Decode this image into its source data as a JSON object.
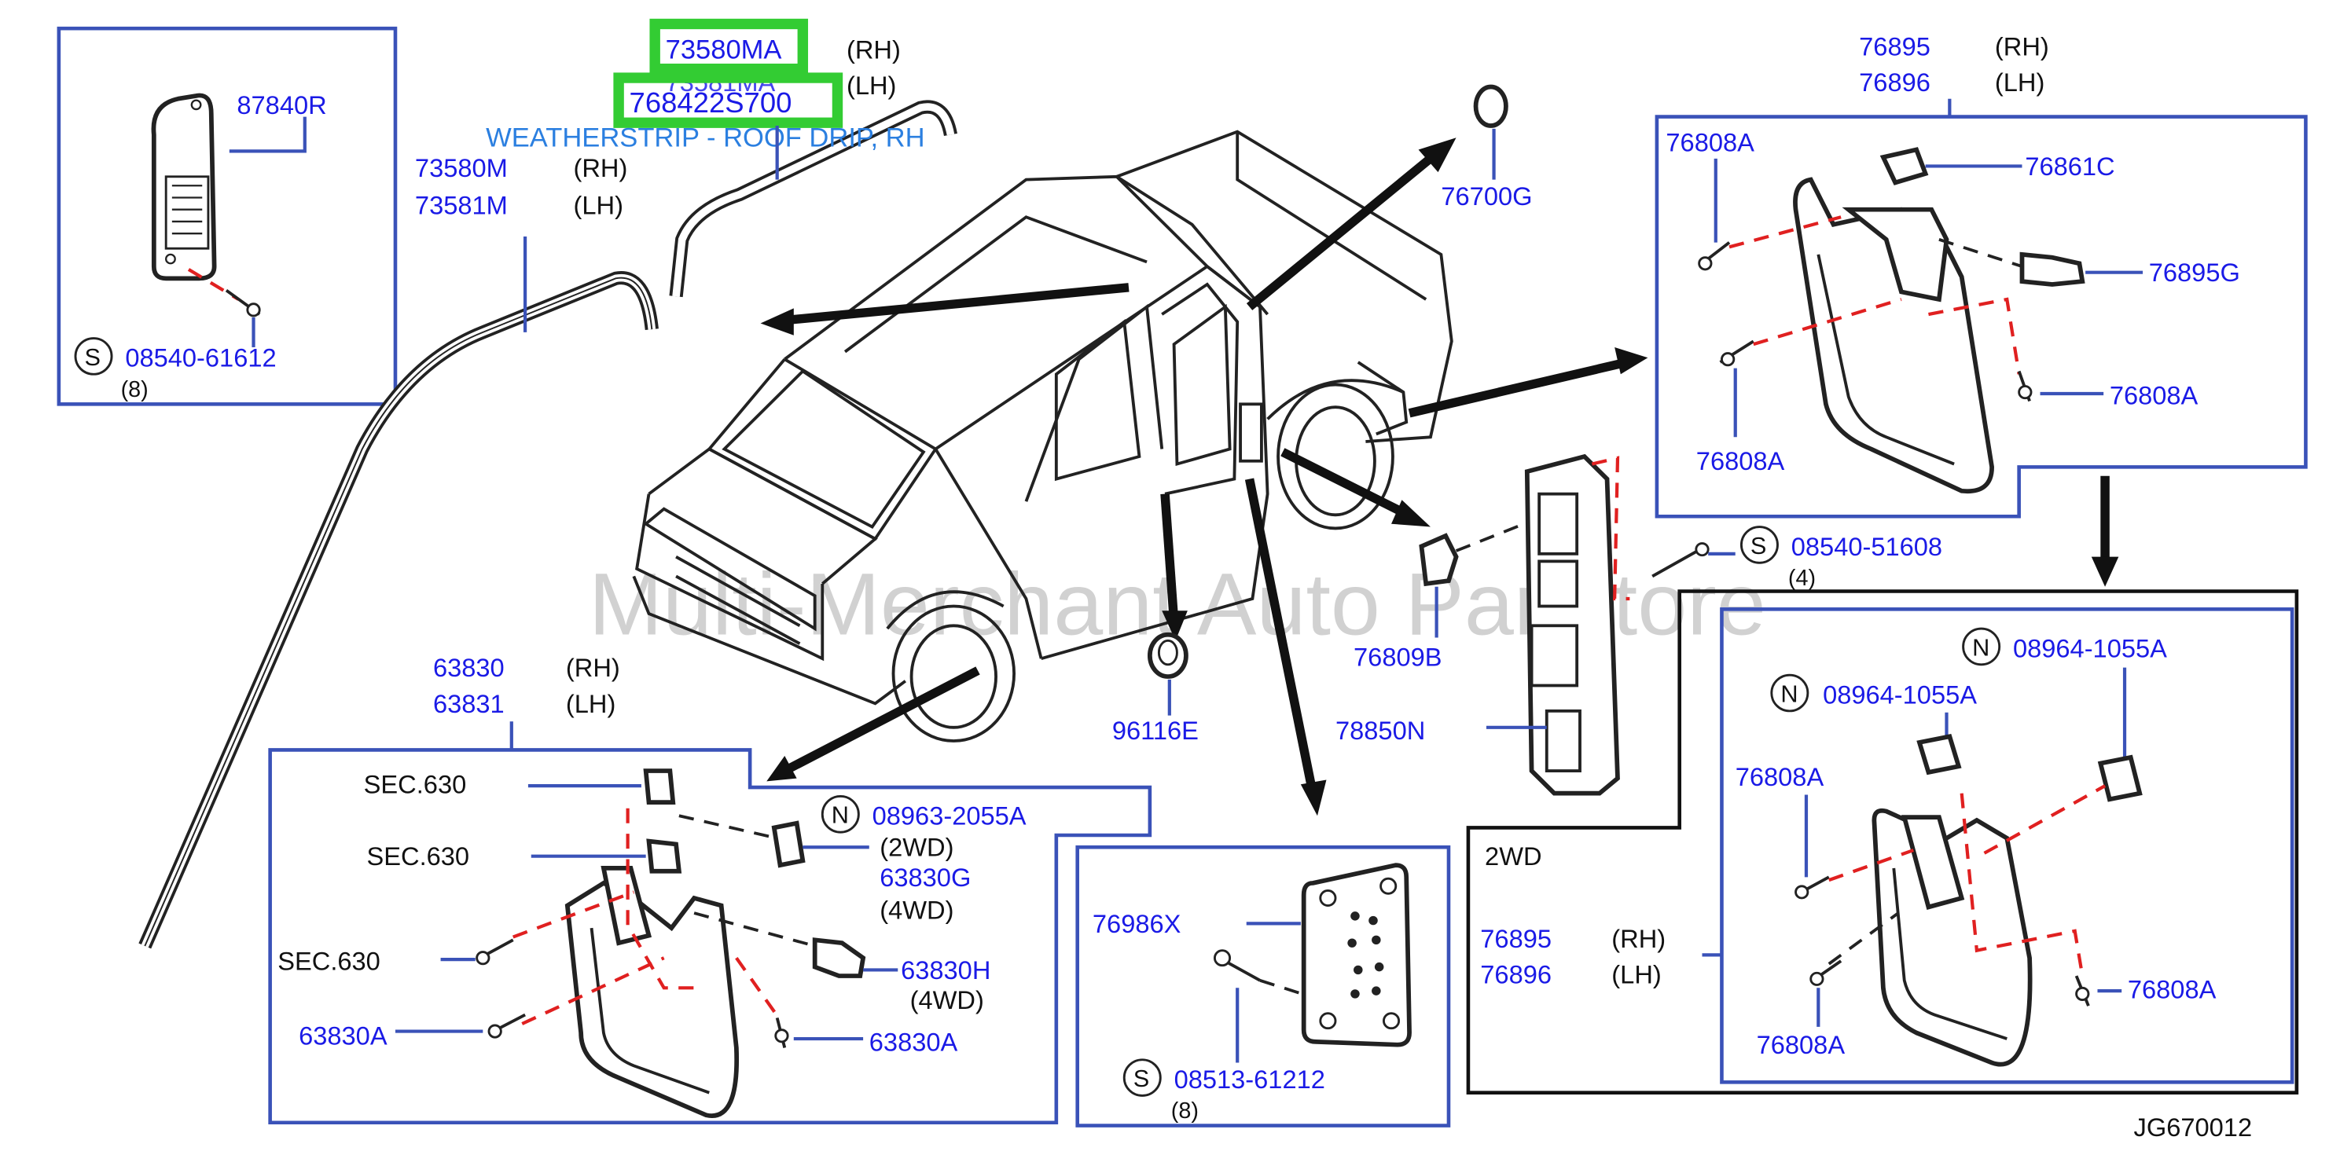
{
  "highlight": {
    "part_73580MA": "73580MA",
    "part_768422S700": "768422S700",
    "rh_1": "(RH)",
    "lh_1": "(LH)",
    "hidden_73581MA": "73581MA",
    "description": "WEATHERSTRIP - ROOF DRIP, RH"
  },
  "top_left_box": {
    "part_87840R": "87840R",
    "s_symbol": "S",
    "part_08540_61612": "08540-61612",
    "qty": "(8)"
  },
  "roof_drip": {
    "part_73580M": "73580M",
    "part_73581M": "73581M",
    "rh": "(RH)",
    "lh": "(LH)"
  },
  "center": {
    "part_76700G": "76700G",
    "part_96116E": "96116E",
    "part_76809B": "76809B",
    "part_78850N": "78850N",
    "s_symbol": "S",
    "part_08540_51608": "08540-51608",
    "qty_4": "(4)"
  },
  "top_right_box": {
    "part_76895": "76895",
    "part_76896": "76896",
    "rh": "(RH)",
    "lh": "(LH)",
    "part_76808A_a": "76808A",
    "part_76861C": "76861C",
    "part_76895G": "76895G",
    "part_76808A_b": "76808A",
    "part_76808A_c": "76808A"
  },
  "bottom_left_box": {
    "part_63830": "63830",
    "part_63831": "63831",
    "rh": "(RH)",
    "lh": "(LH)",
    "sec_a": "SEC.630",
    "sec_b": "SEC.630",
    "sec_c": "SEC.630",
    "n_symbol": "N",
    "part_08963_2055A": "08963-2055A",
    "wd2": "(2WD)",
    "part_63830G": "63830G",
    "wd4_a": "(4WD)",
    "part_63830H": "63830H",
    "wd4_b": "(4WD)",
    "part_63830A_a": "63830A",
    "part_63830A_b": "63830A"
  },
  "bottom_center_box": {
    "part_76986X": "76986X",
    "s_symbol": "S",
    "part_08513_61212": "08513-61212",
    "qty": "(8)"
  },
  "bottom_right_box": {
    "label_2wd": "2WD",
    "n_symbol_a": "N",
    "part_08964_1055A_a": "08964-1055A",
    "n_symbol_b": "N",
    "part_08964_1055A_b": "08964-1055A",
    "part_76808A_a": "76808A",
    "part_76895": "76895",
    "part_76896": "76896",
    "rh": "(RH)",
    "lh": "(LH)",
    "part_76808A_b": "76808A",
    "part_76808A_c": "76808A"
  },
  "watermark": "Multi-Merchant Auto Partstore",
  "figure_code": "JG670012",
  "icons": [
    "s-symbol-icon",
    "n-symbol-icon",
    "screw-icon",
    "clip-icon",
    "grommet-icon"
  ]
}
